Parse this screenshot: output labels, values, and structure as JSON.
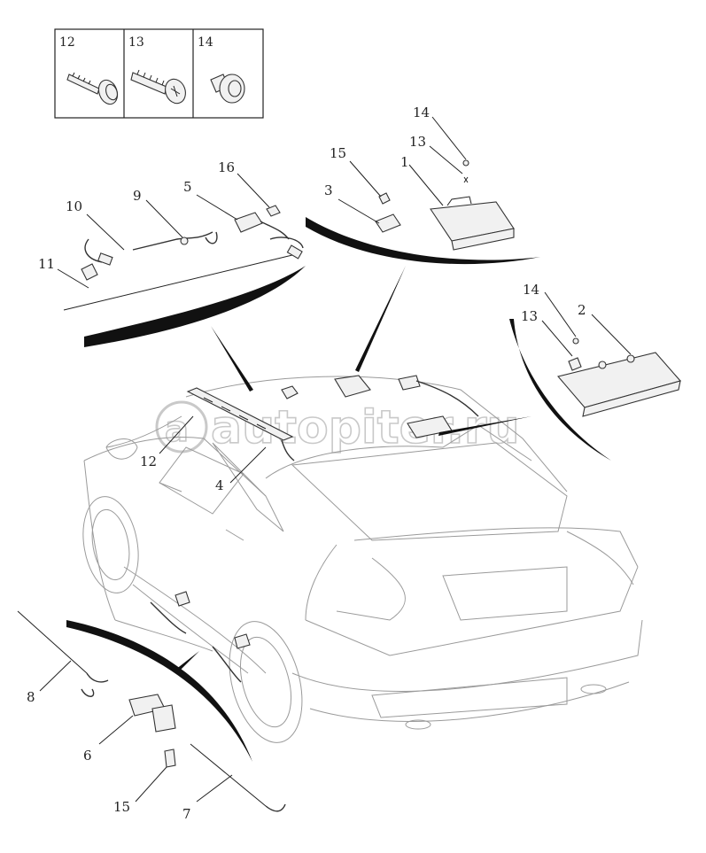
{
  "inset": {
    "labels": [
      "12",
      "13",
      "14"
    ]
  },
  "callouts": {
    "c1": "1",
    "c2": "2",
    "c3": "3",
    "c4": "4",
    "c5": "5",
    "c6": "6",
    "c7": "7",
    "c8": "8",
    "c9": "9",
    "c10": "10",
    "c11": "11",
    "c12": "12",
    "c13a": "13",
    "c13b": "13",
    "c14a": "14",
    "c14b": "14",
    "c15a": "15",
    "c15b": "15",
    "c16": "16"
  },
  "watermark": "autopiter.ru",
  "icons": {
    "watermark_logo": "autopiter-logo-icon"
  }
}
